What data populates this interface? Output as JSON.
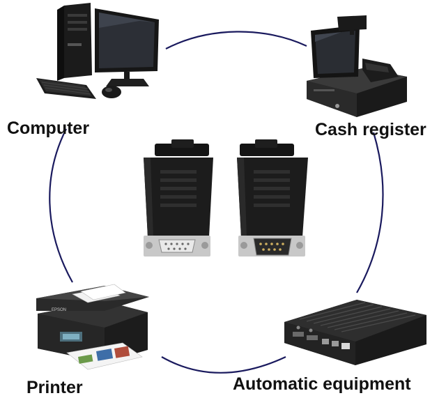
{
  "nodes": {
    "computer": {
      "label": "Computer",
      "icon": "desktop-computer-icon"
    },
    "cash_register": {
      "label": "Cash register",
      "icon": "cash-register-icon"
    },
    "printer": {
      "label": "Printer",
      "icon": "printer-icon",
      "brand": "EPSON"
    },
    "automatic_equipment": {
      "label": "Automatic equipment",
      "icon": "industrial-pc-icon"
    }
  },
  "center": {
    "items": [
      {
        "name": "db9-female-connector",
        "gender": "female"
      },
      {
        "name": "db9-male-connector",
        "gender": "male"
      }
    ]
  },
  "colors": {
    "ring": "#1a1a5e",
    "connector_body": "#1c1c1c",
    "metal": "#c8c8c8",
    "label": "#111111"
  }
}
